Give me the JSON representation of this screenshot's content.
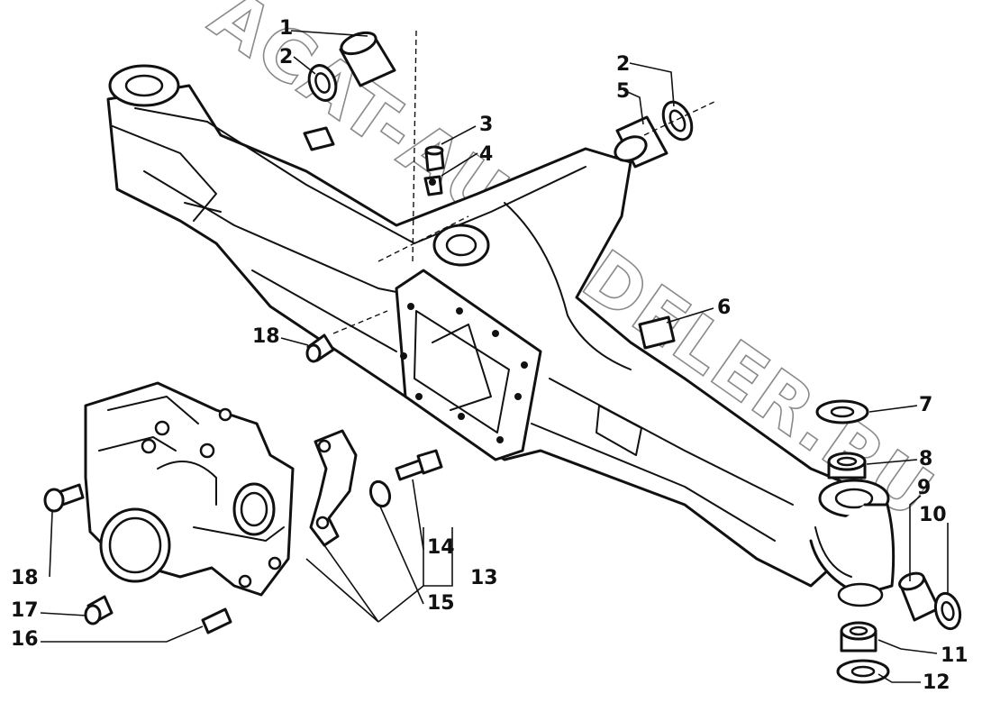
{
  "watermark": "ACAT-AUTODELER.RU",
  "callouts": [
    "1",
    "2",
    "2",
    "5",
    "3",
    "4",
    "6",
    "18",
    "7",
    "8",
    "9",
    "10",
    "13",
    "14",
    "15",
    "18",
    "17",
    "16",
    "11",
    "12"
  ],
  "colors": {
    "ink": "#111111",
    "paper": "#ffffff",
    "watermark": "#8a8a8a"
  }
}
